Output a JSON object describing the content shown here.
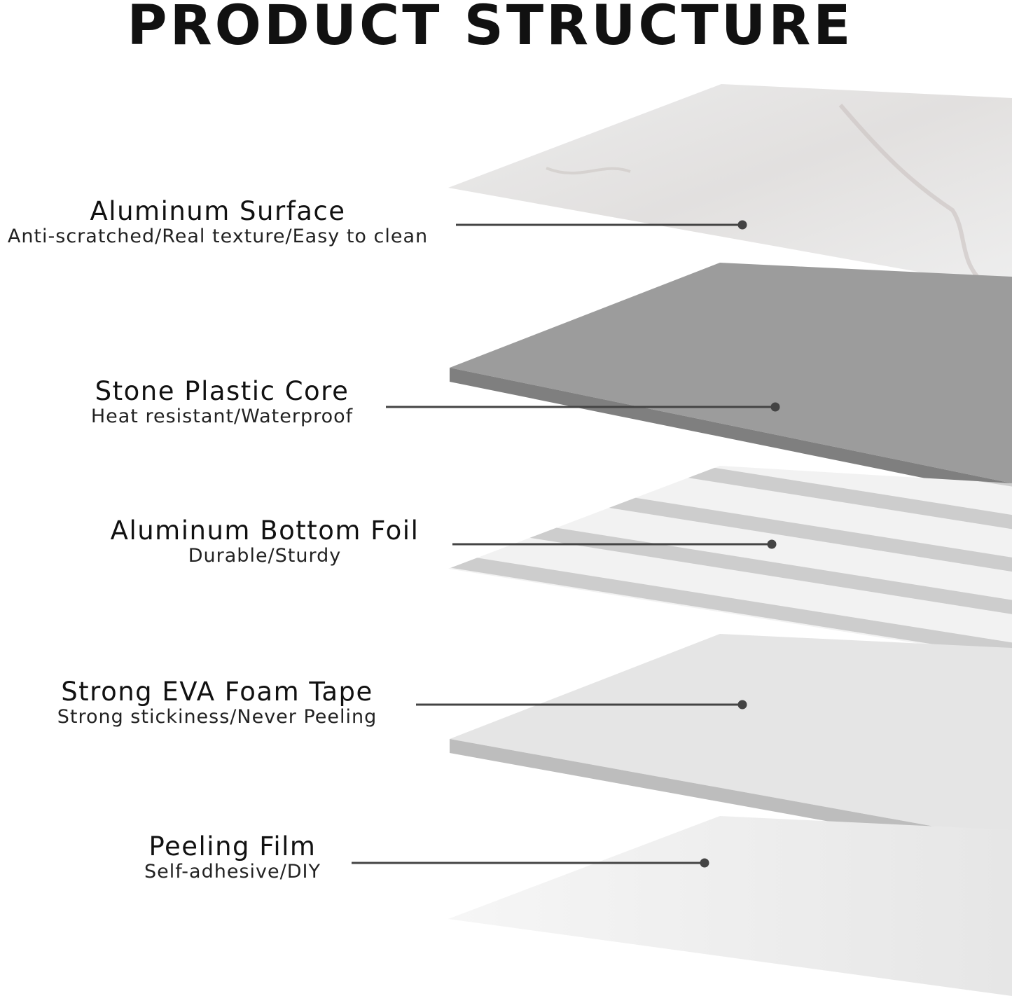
{
  "title": "PRODUCT STRUCTURE",
  "layers": [
    {
      "name": "Aluminum Surface",
      "desc": "Anti-scratched/Real texture/Easy to clean"
    },
    {
      "name": "Stone Plastic Core",
      "desc": "Heat resistant/Waterproof"
    },
    {
      "name": "Aluminum Bottom Foil",
      "desc": "Durable/Sturdy"
    },
    {
      "name": "Strong EVA Foam Tape",
      "desc": "Strong stickiness/Never Peeling"
    },
    {
      "name": "Peeling Film",
      "desc": "Self-adhesive/DIY"
    }
  ],
  "colors": {
    "leader_line": "#444444",
    "core": "#9a9a9a",
    "core_edge": "#7e7e7e",
    "foam": "#e4e4e4",
    "foam_edge": "#bdbdbd"
  }
}
